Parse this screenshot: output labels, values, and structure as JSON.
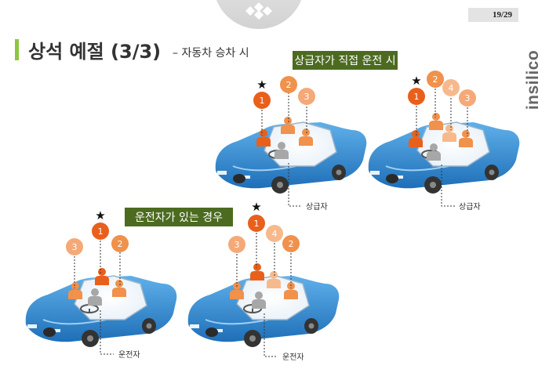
{
  "header": {
    "page_number": "19/29",
    "brand": "insilico",
    "title": "상석 예절 (3/3)",
    "subtitle": "– 자동차 승차 시"
  },
  "scenarios": [
    {
      "label": "상급자가 직접 운전 시",
      "seats": [
        "1",
        "2",
        "3"
      ],
      "callout": "상급자"
    },
    {
      "label": "상급자가 직접 운전 시",
      "seats": [
        "1",
        "2",
        "3",
        "4"
      ],
      "callout": "상급자"
    },
    {
      "label": "운전자가 있는 경우",
      "seats": [
        "1",
        "2",
        "3"
      ],
      "callout": "운전자"
    },
    {
      "label": "운전자가 있는 경우",
      "seats": [
        "1",
        "2",
        "3",
        "4"
      ],
      "callout": "운전자"
    }
  ],
  "colors": {
    "accent_green": "#8dc63f",
    "tag_green": "#4c6b20",
    "car_blue": "#3b8fd3",
    "seat_orange_dark": "#e8601c",
    "seat_orange_mid": "#f0914c",
    "seat_orange_light": "#f7b98c",
    "driver_gray": "#a7a7a7"
  }
}
